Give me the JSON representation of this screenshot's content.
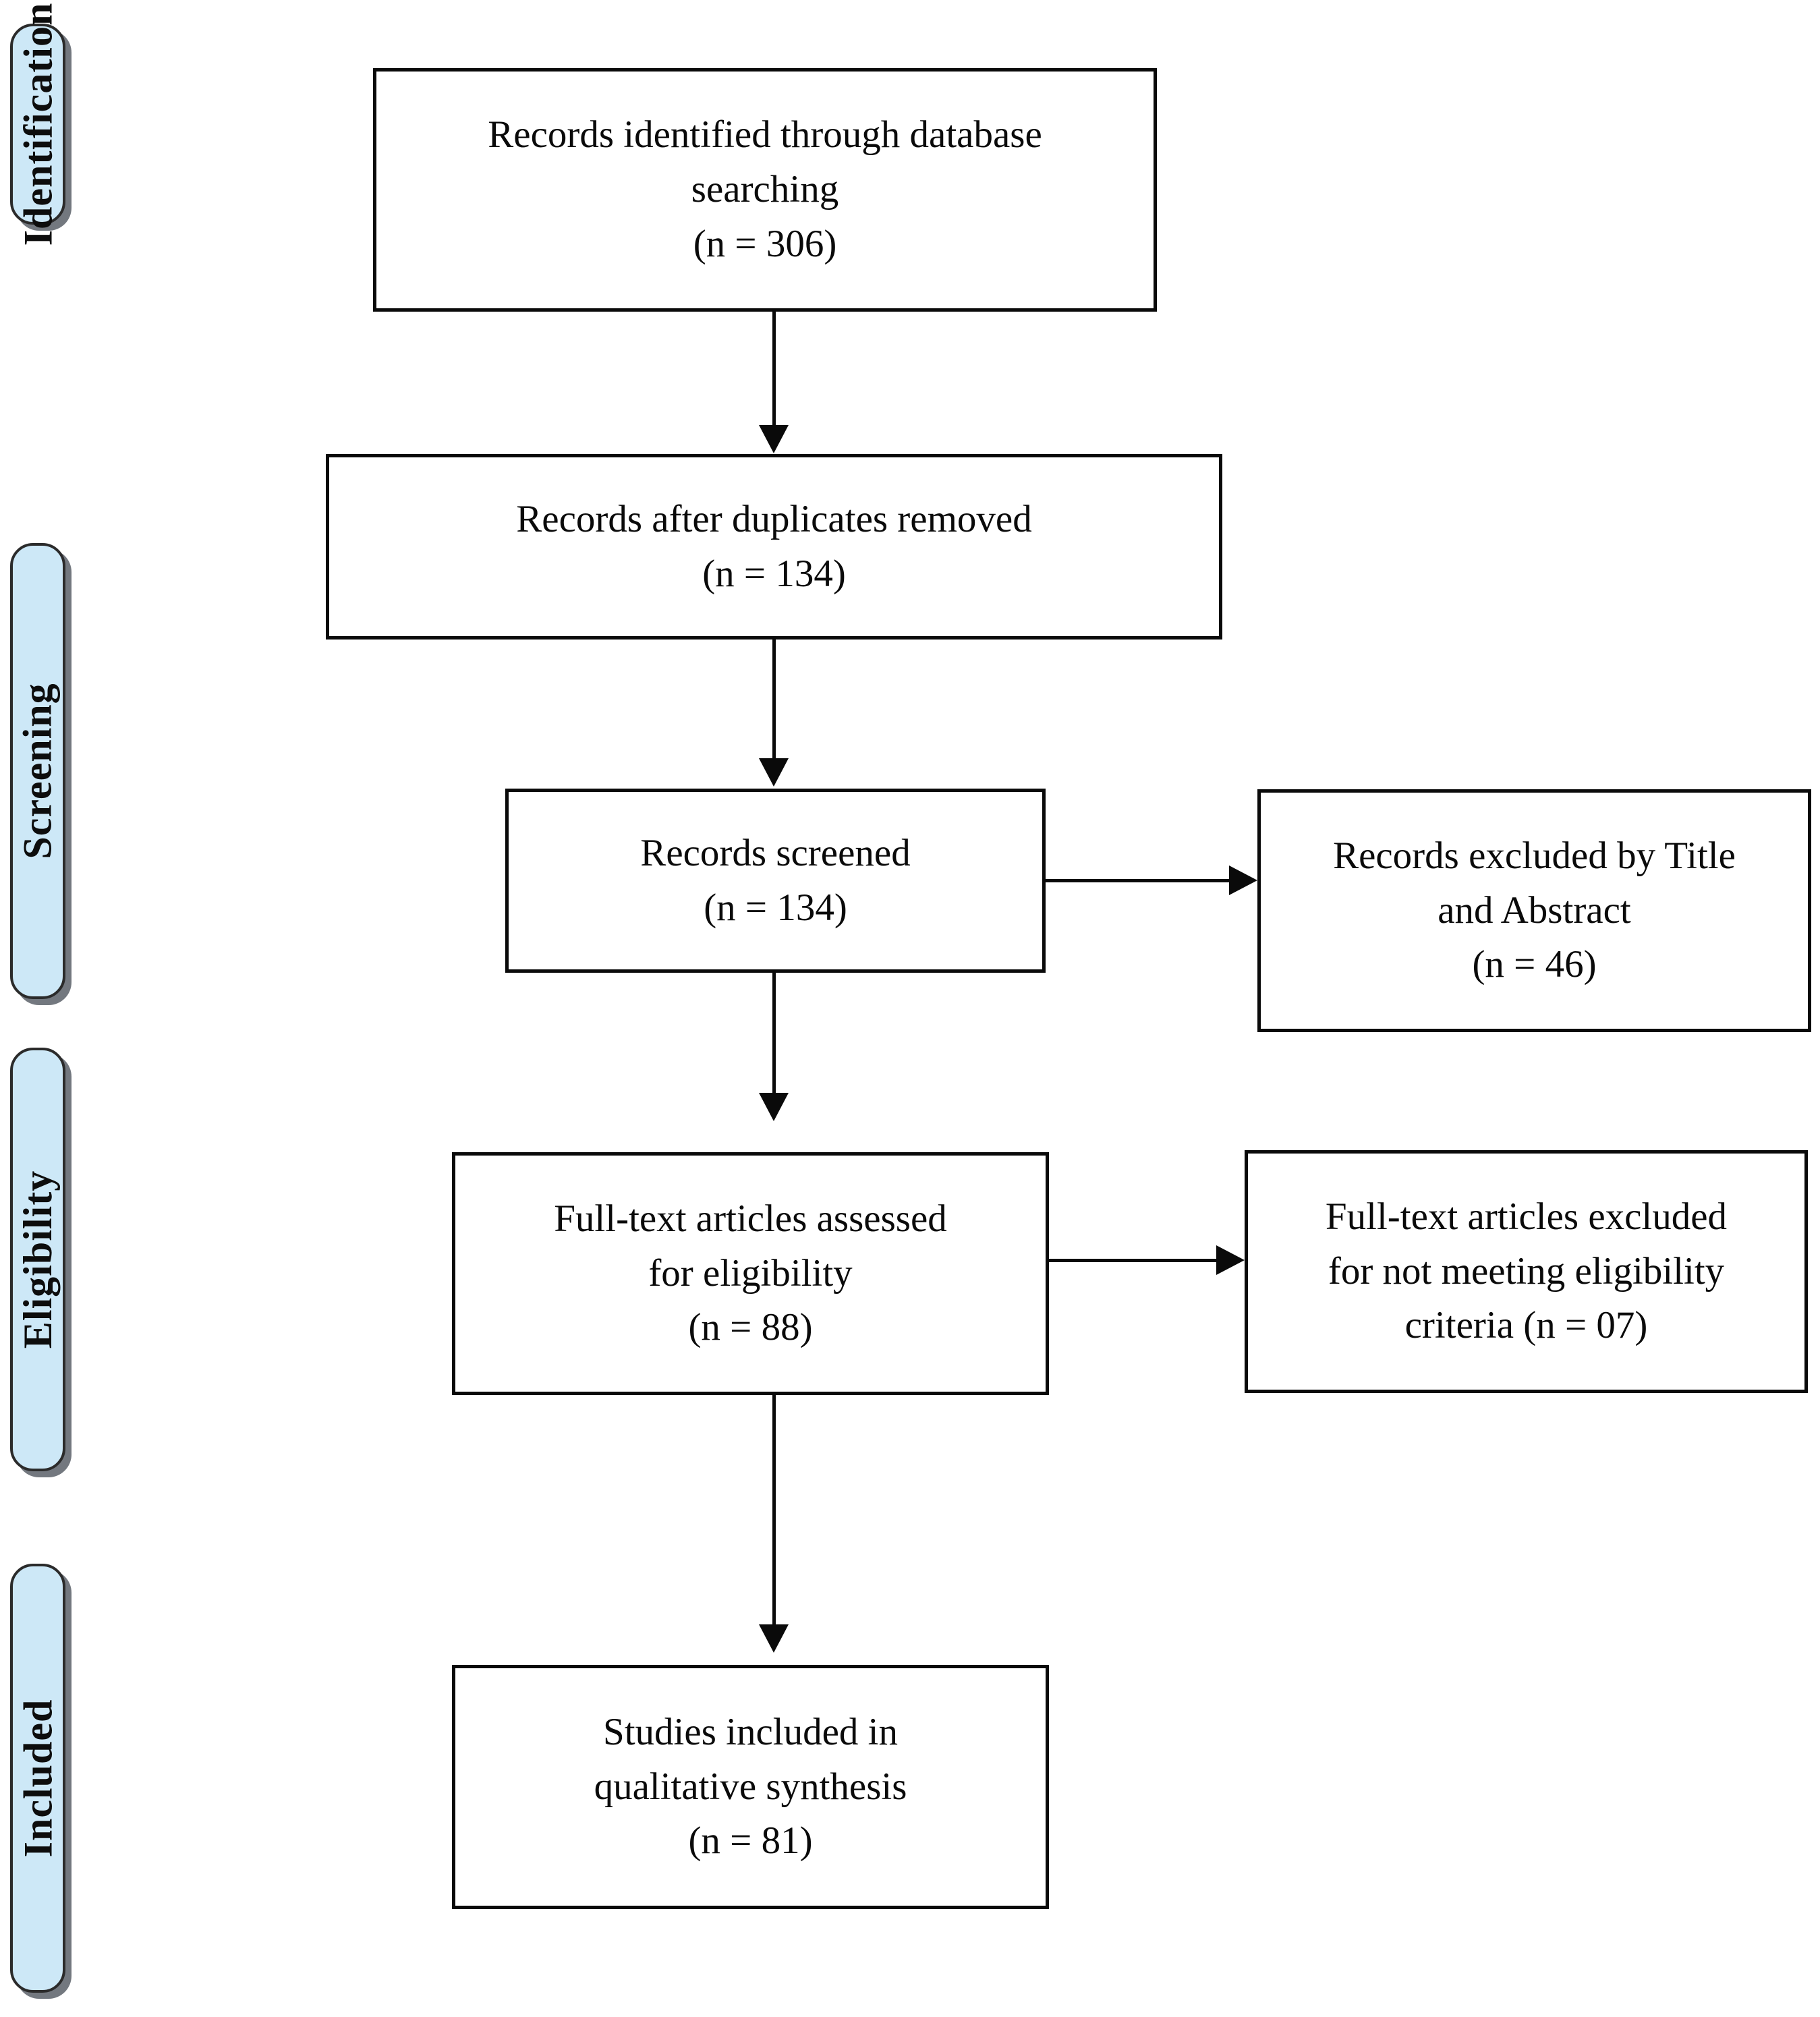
{
  "diagram": {
    "type": "prisma-flow-diagram",
    "title": "PRISMA flow diagram",
    "accent_color": "#cde8f7",
    "border_color": "#0a0a0a",
    "shadow_color": "#5a6068"
  },
  "stages": [
    {
      "id": "identification",
      "label": "Identification"
    },
    {
      "id": "screening",
      "label": "Screening"
    },
    {
      "id": "eligibility",
      "label": "Eligibility"
    },
    {
      "id": "included",
      "label": "Included"
    }
  ],
  "boxes": {
    "identified": {
      "id": "records-identified",
      "lines": [
        "Records identified through database",
        "searching",
        "(n = 306)"
      ],
      "count": 306
    },
    "after_duplicates": {
      "id": "records-after-duplicates-removed",
      "lines": [
        "Records after duplicates removed",
        "(n = 134)"
      ],
      "count": 134
    },
    "screened": {
      "id": "records-screened",
      "lines": [
        "Records screened",
        "(n = 134)"
      ],
      "count": 134
    },
    "excluded_title_abstract": {
      "id": "records-excluded-title-abstract",
      "lines": [
        "Records excluded by Title",
        "and Abstract",
        "(n = 46)"
      ],
      "count": 46
    },
    "fulltext_assessed": {
      "id": "full-text-articles-assessed",
      "lines": [
        "Full-text articles assessed",
        "for eligibility",
        "(n = 88)"
      ],
      "count": 88
    },
    "fulltext_excluded": {
      "id": "full-text-articles-excluded",
      "lines": [
        "Full-text articles excluded",
        "for not meeting eligibility",
        "criteria (n = 07)"
      ],
      "count": 7
    },
    "included_qualitative": {
      "id": "studies-included-qualitative-synthesis",
      "lines": [
        "Studies included in",
        "qualitative synthesis",
        "(n = 81)"
      ],
      "count": 81
    }
  }
}
